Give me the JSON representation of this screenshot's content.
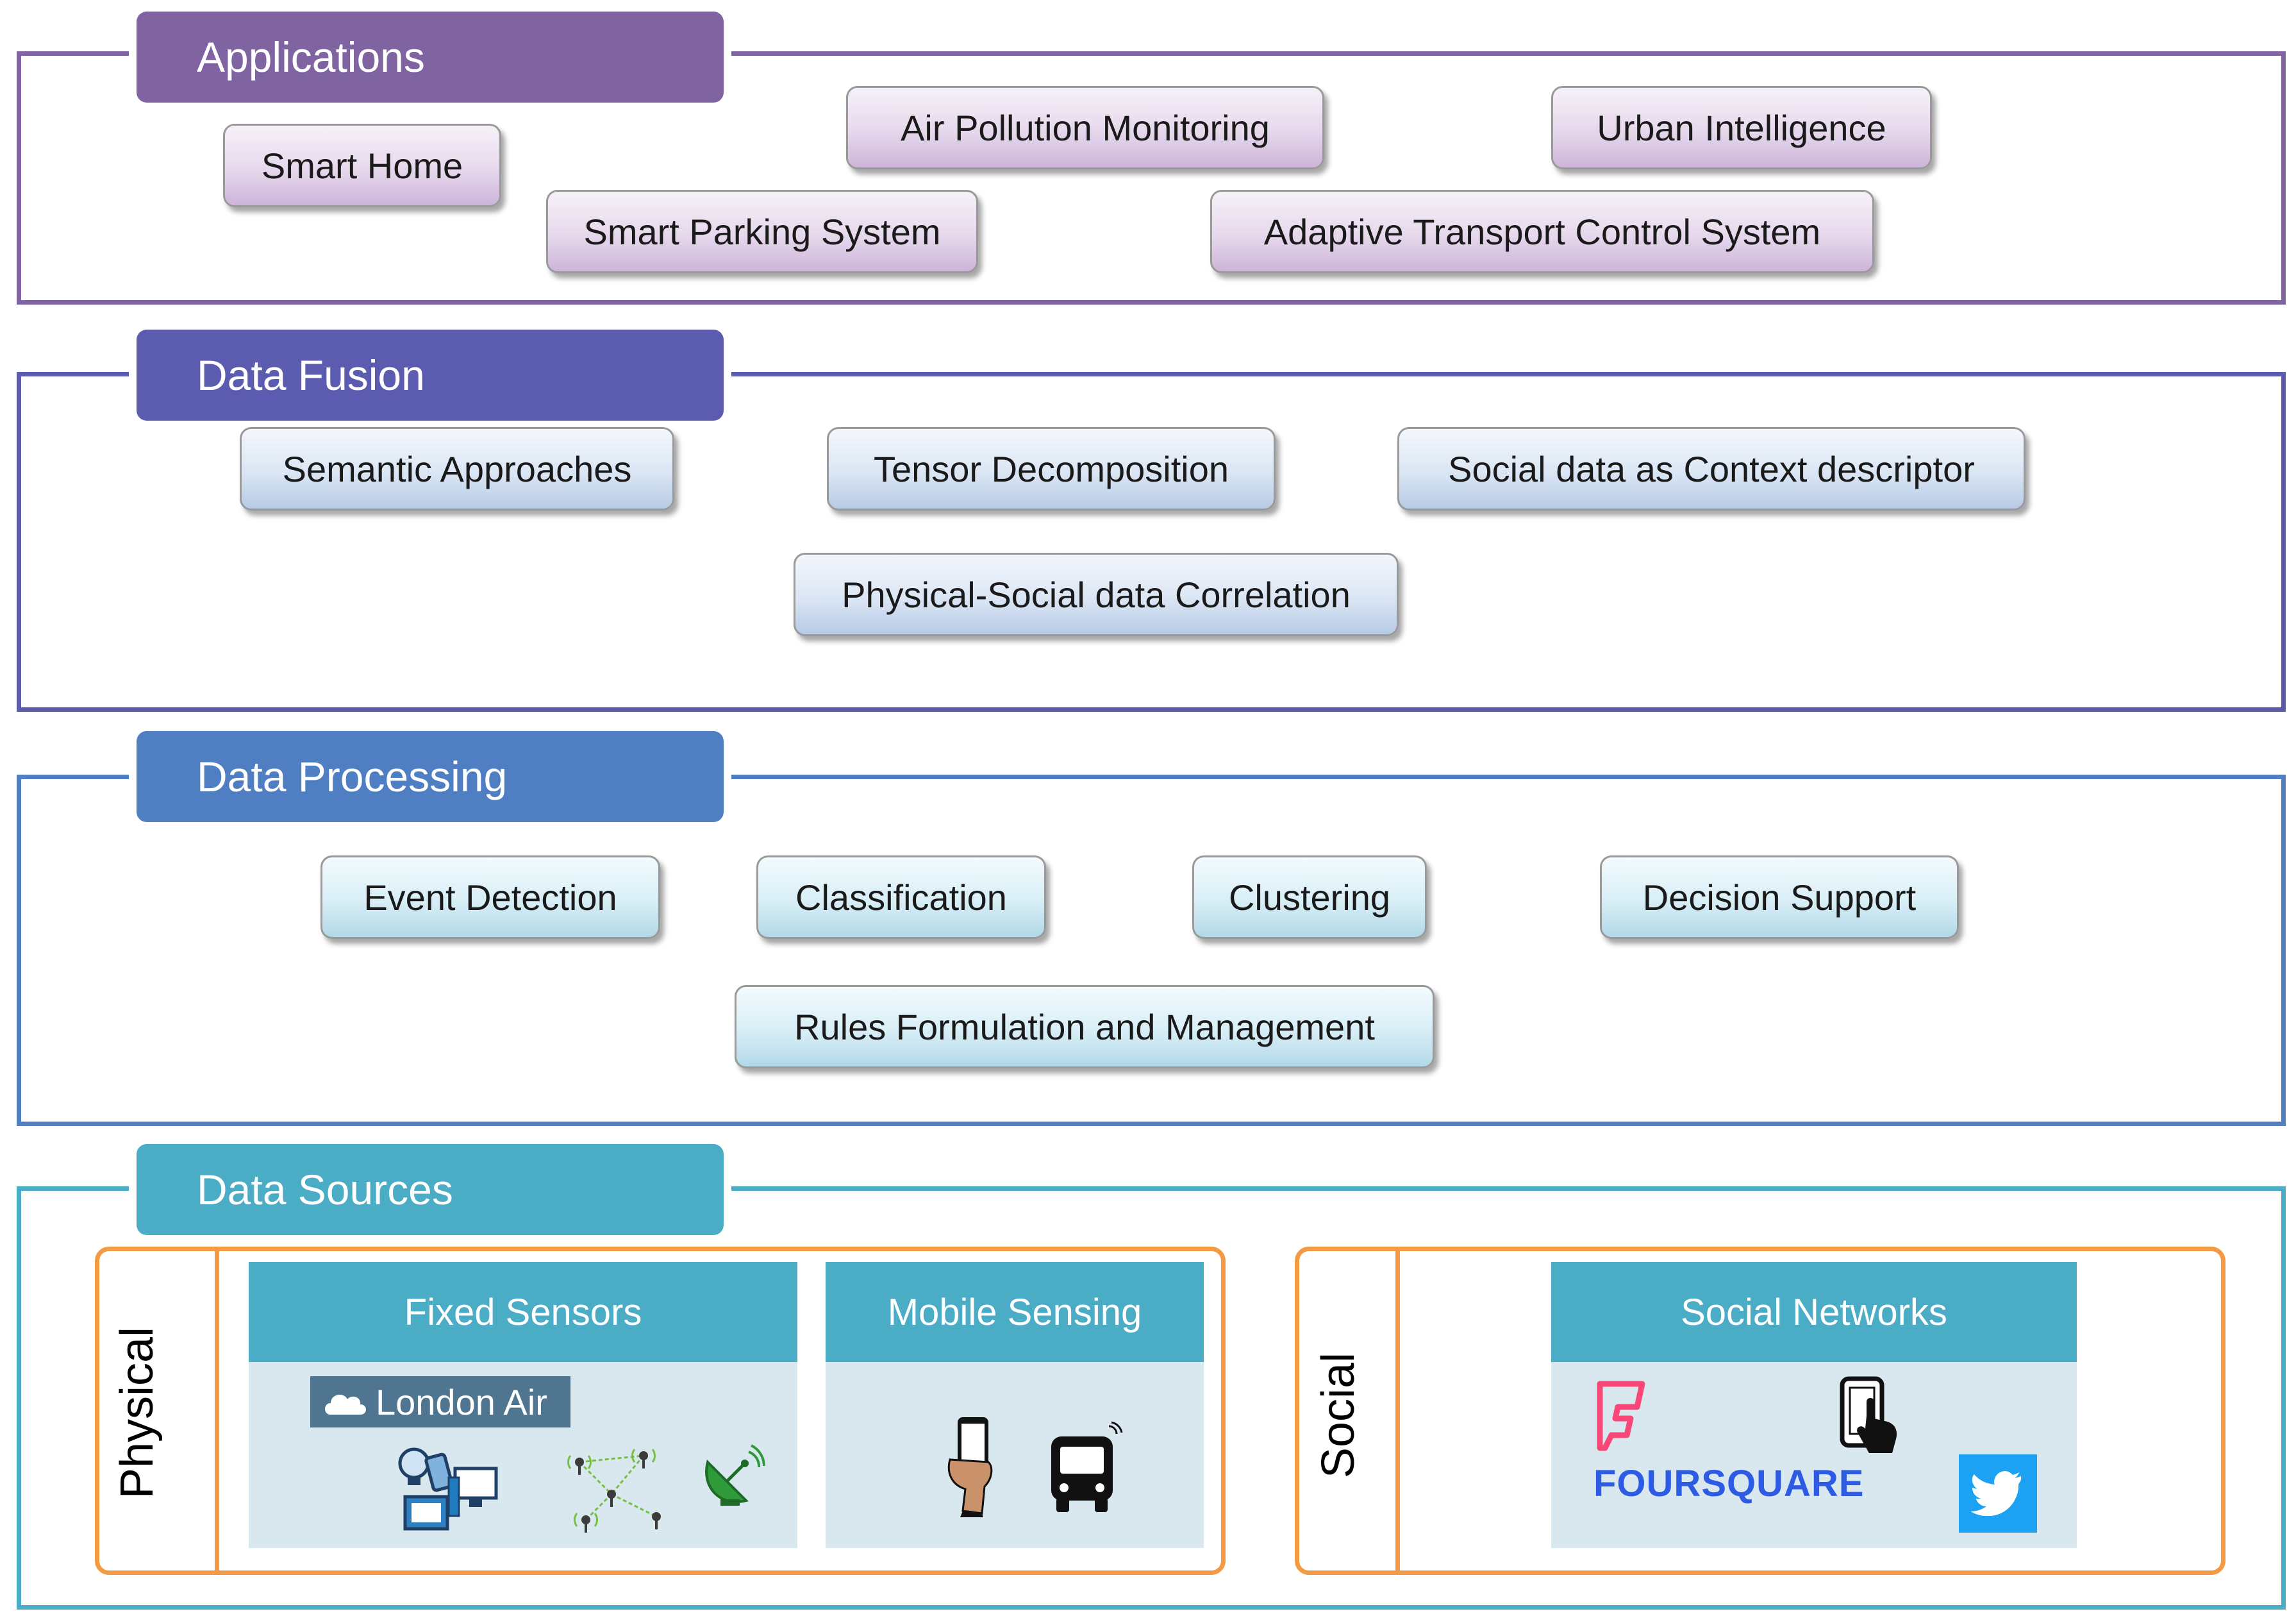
{
  "layers": {
    "applications": {
      "title": "Applications",
      "items": [
        "Smart Home",
        "Air Pollution Monitoring",
        "Urban Intelligence",
        "Smart Parking System",
        "Adaptive Transport Control System"
      ]
    },
    "data_fusion": {
      "title": "Data Fusion",
      "items": [
        "Semantic Approaches",
        "Tensor Decomposition",
        "Social data as Context descriptor",
        "Physical-Social data Correlation"
      ]
    },
    "data_processing": {
      "title": "Data Processing",
      "items": [
        "Event Detection",
        "Classification",
        "Clustering",
        "Decision Support",
        "Rules Formulation and Management"
      ]
    },
    "data_sources": {
      "title": "Data Sources",
      "physical": {
        "label": "Physical",
        "fixed_sensors": "Fixed Sensors",
        "mobile_sensing": "Mobile Sensing",
        "london_air": "London Air"
      },
      "social": {
        "label": "Social",
        "social_networks": "Social Networks",
        "foursquare": "FOURSQUARE"
      }
    }
  },
  "colors": {
    "applications": "#8064a2",
    "data_fusion": "#5b5bb0",
    "data_processing": "#4f7fc2",
    "data_sources": "#4bacc6",
    "source_box": "#f39a45"
  },
  "icons": [
    "cloud-icon",
    "devices-icon",
    "sensor-network-icon",
    "satellite-dish-icon",
    "smartphone-hand-icon",
    "bus-icon",
    "foursquare-logo-icon",
    "touch-phone-icon",
    "twitter-logo-icon"
  ]
}
